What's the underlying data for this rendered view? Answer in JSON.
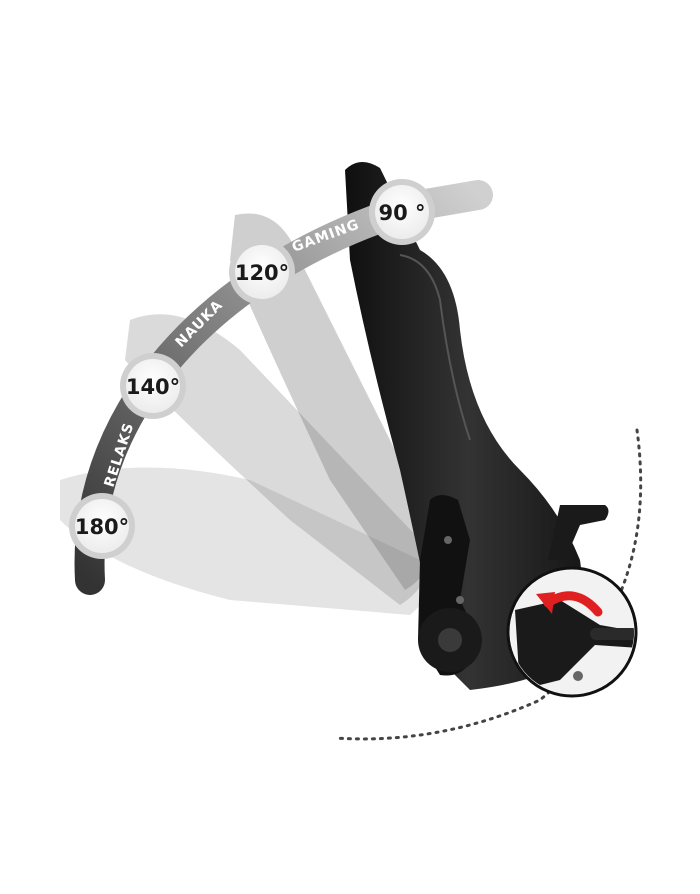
{
  "angles": {
    "a90": "90 °",
    "a120": "120°",
    "a140": "140°",
    "a180": "180°"
  },
  "modes": {
    "gaming": "GAMING",
    "nauka": "NAUKA",
    "relaks": "RELAKS"
  },
  "colors": {
    "arc_dark": "#3d3d3d",
    "arc_mid": "#8a8a8a",
    "arc_light": "#c9c9c9",
    "badge_ring": "#bdbdbd",
    "arrow": "#e02020",
    "chair": "#1e1e1e"
  },
  "icons": {
    "rotate": "rotate-arrow-icon"
  }
}
